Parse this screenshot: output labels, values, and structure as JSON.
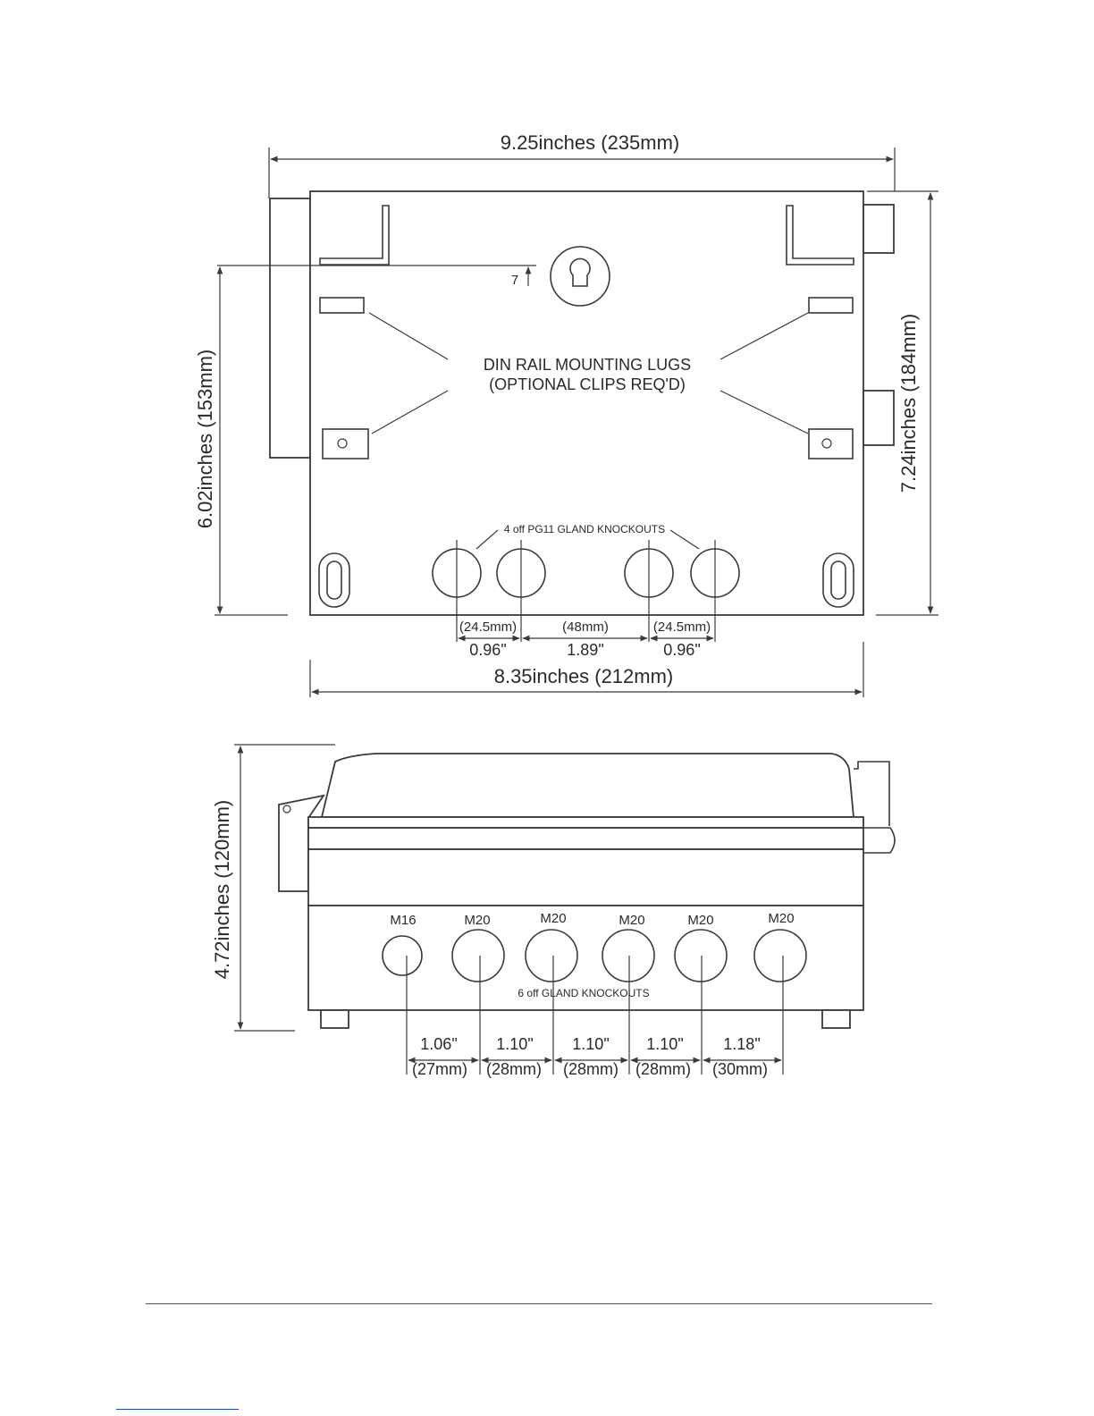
{
  "top_view": {
    "overall_width": "9.25inches (235mm)",
    "overall_height": "7.24inches (184mm)",
    "mount_height": "6.02inches (153mm)",
    "base_width": "8.35inches (212mm)",
    "keyhole_offset": "7",
    "din_rail_label_line1": "DIN RAIL MOUNTING LUGS",
    "din_rail_label_line2": "(OPTIONAL CLIPS REQ'D)",
    "pg11_label": "4 off PG11 GLAND KNOCKOUTS",
    "pg11_spacings": [
      {
        "mm": "(24.5mm)",
        "in": "0.96\""
      },
      {
        "mm": "(48mm)",
        "in": "1.89\""
      },
      {
        "mm": "(24.5mm)",
        "in": "0.96\""
      }
    ]
  },
  "side_view": {
    "height": "4.72inches (120mm)",
    "glands": [
      "M16",
      "M20",
      "M20",
      "M20",
      "M20",
      "M20"
    ],
    "gland_label": "6 off  GLAND KNOCKOUTS",
    "gland_spacings": [
      {
        "in": "1.06\"",
        "mm": "(27mm)"
      },
      {
        "in": "1.10\"",
        "mm": "(28mm)"
      },
      {
        "in": "1.10\"",
        "mm": "(28mm)"
      },
      {
        "in": "1.10\"",
        "mm": "(28mm)"
      },
      {
        "in": "1.18\"",
        "mm": "(30mm)"
      }
    ]
  }
}
